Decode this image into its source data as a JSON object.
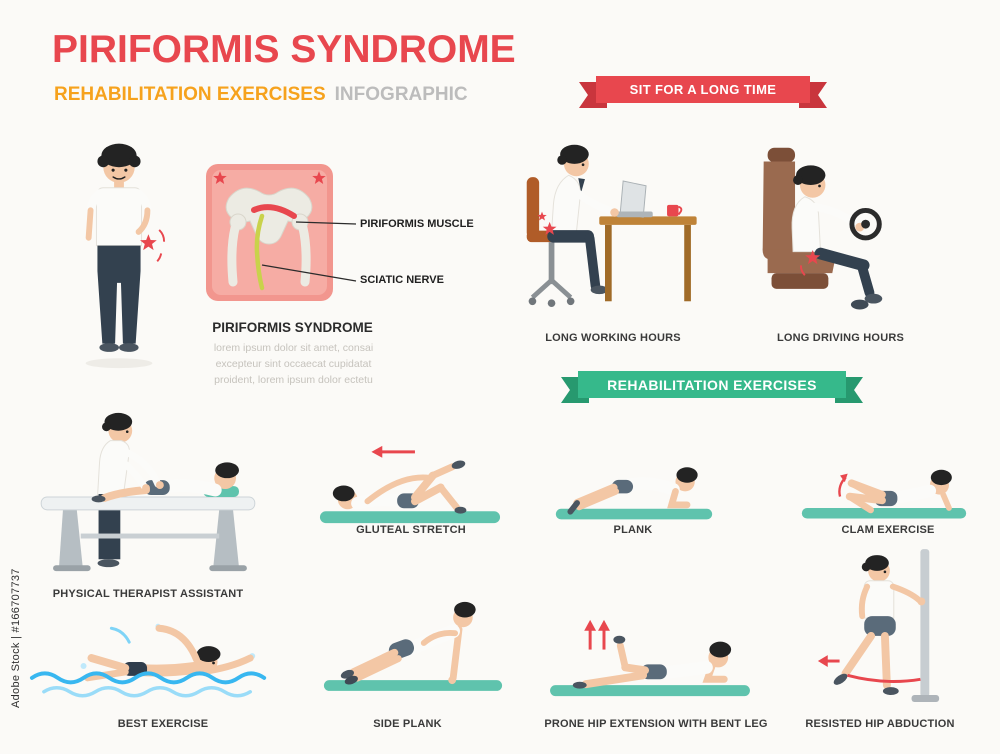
{
  "watermark": {
    "text": "Adobe Stock | #166707737"
  },
  "header": {
    "title": "PIRIFORMIS SYNDROME",
    "subtitle": "REHABILITATION EXERCISES",
    "subtitle_suffix": "INFOGRAPHIC"
  },
  "banners": {
    "sit_long_time": "SIT FOR A LONG TIME",
    "rehab_exercises": "REHABILITATION EXERCISES"
  },
  "anatomy": {
    "muscle_label": "PIRIFORMIS MUSCLE",
    "nerve_label": "SCIATIC NERVE",
    "heading": "PIRIFORMIS SYNDROME",
    "description": "lorem ipsum dolor sit amet, consai excepteur sint occaecat cupidatat proident, lorem ipsum dolor ectetu"
  },
  "causes": [
    {
      "label": "LONG WORKING HOURS"
    },
    {
      "label": "LONG DRIVING HOURS"
    }
  ],
  "exercises": [
    {
      "label": "PHYSICAL THERAPIST ASSISTANT"
    },
    {
      "label": "GLUTEAL STRETCH"
    },
    {
      "label": "PLANK"
    },
    {
      "label": "CLAM EXERCISE"
    },
    {
      "label": "BEST EXERCISE"
    },
    {
      "label": "SIDE PLANK"
    },
    {
      "label": "PRONE HIP EXTENSION WITH BENT LEG"
    },
    {
      "label": "RESISTED HIP ABDUCTION"
    }
  ],
  "colors": {
    "title_red": "#e8474e",
    "accent_orange": "#f6a21d",
    "muted_gray": "#bcbcbc",
    "banner_red": "#e8474e",
    "banner_green": "#36b98b",
    "mat_teal": "#5fc3ad",
    "caption_dark": "#3a3a3a"
  }
}
